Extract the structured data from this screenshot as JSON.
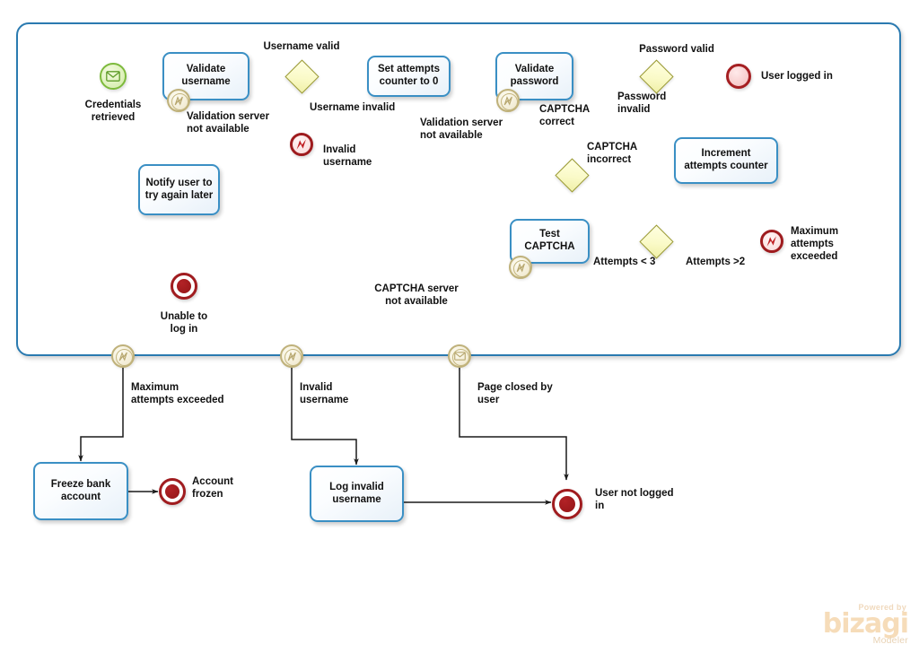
{
  "diagram": {
    "type": "bpmn-process",
    "title": "User login authentication process",
    "colors": {
      "task_border": "#3a8fc4",
      "subprocess_border": "#2a7ab0",
      "gateway_fill": "#fafac8",
      "gateway_border": "#9a9a30",
      "start_event_border": "#7dba3c",
      "end_event_border": "#a51f22",
      "error_event_border": "#9e1b1e",
      "boundary_event_border": "#bfb17a",
      "brand": "#f6dcb9"
    }
  },
  "subprocess": {
    "name": "login-subprocess"
  },
  "events": {
    "credentials_retrieved": {
      "label": "Credentials\nretrieved",
      "icon": "message-icon",
      "kind": "start-message"
    },
    "invalid_username_error": {
      "label": "Invalid\nusername",
      "icon": "error-icon",
      "kind": "end-error"
    },
    "user_logged_in": {
      "label": "User logged in",
      "icon": "none",
      "kind": "end-none"
    },
    "maximum_attempts_exceeded_error": {
      "label": "Maximum\nattempts\nexceeded",
      "icon": "error-icon",
      "kind": "end-error"
    },
    "unable_to_log_in": {
      "label": "Unable to\nlog in",
      "icon": "terminate-icon",
      "kind": "end-terminate"
    },
    "account_frozen": {
      "label": "Account\nfrozen",
      "icon": "terminate-icon",
      "kind": "end-terminate"
    },
    "user_not_logged_in": {
      "label": "User not logged\nin",
      "icon": "terminate-icon",
      "kind": "end-terminate"
    }
  },
  "boundary_events": {
    "validate_username_error": {
      "icon": "error-icon",
      "attached_to": "Validate username"
    },
    "validate_password_error": {
      "icon": "error-icon",
      "attached_to": "Validate password"
    },
    "test_captcha_error": {
      "icon": "error-icon",
      "attached_to": "Test CAPTCHA"
    },
    "sub_max_attempts": {
      "icon": "error-icon",
      "attached_to": "subprocess"
    },
    "sub_invalid_username": {
      "icon": "error-icon",
      "attached_to": "subprocess"
    },
    "sub_page_closed": {
      "icon": "message-icon",
      "attached_to": "subprocess"
    }
  },
  "tasks": [
    {
      "id": "validate-username",
      "label": "Validate\nusername"
    },
    {
      "id": "set-attempts-counter",
      "label": "Set attempts\ncounter to 0"
    },
    {
      "id": "validate-password",
      "label": "Validate\npassword"
    },
    {
      "id": "notify-user-try-again",
      "label": "Notify user\nto try again\nlater"
    },
    {
      "id": "increment-attempts-counter",
      "label": "Increment\nattempts\ncounter"
    },
    {
      "id": "test-captcha",
      "label": "Test\nCAPTCHA"
    },
    {
      "id": "freeze-bank-account",
      "label": "Freeze\nbank\naccount"
    },
    {
      "id": "log-invalid-username",
      "label": "Log invalid\nusername"
    }
  ],
  "gateways": [
    {
      "id": "username-check",
      "type": "exclusive"
    },
    {
      "id": "password-check",
      "type": "exclusive"
    },
    {
      "id": "captcha-check",
      "type": "exclusive"
    },
    {
      "id": "attempts-check",
      "type": "exclusive"
    }
  ],
  "flow_labels": {
    "username_valid": "Username valid",
    "username_invalid": "Username invalid",
    "password_valid": "Password valid",
    "password_invalid": "Password\ninvalid",
    "captcha_correct": "CAPTCHA\ncorrect",
    "captcha_incorrect": "CAPTCHA\nincorrect",
    "attempts_lt_3": "Attempts < 3",
    "attempts_gt_2": "Attempts >2",
    "validation_server_unavailable_1": "Validation server\nnot available",
    "validation_server_unavailable_2": "Validation server\nnot available",
    "captcha_server_unavailable": "CAPTCHA server\nnot available",
    "maximum_attempts_exceeded": "Maximum\nattempts exceeded",
    "invalid_username": "Invalid\nusername",
    "page_closed_by_user": "Page closed by\nuser"
  },
  "brand": {
    "powered_by": "Powered by",
    "name": "bizagi",
    "product": "Modeler"
  }
}
